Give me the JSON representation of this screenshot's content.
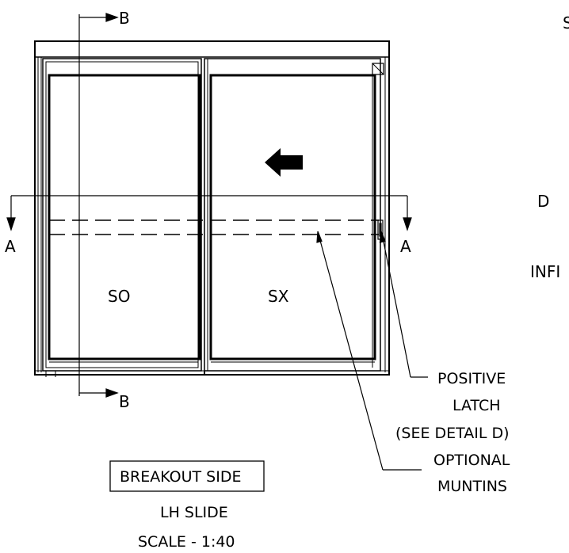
{
  "section_labels": {
    "b_top": "B",
    "b_bottom": "B",
    "a_left": "A",
    "a_right": "A"
  },
  "panels": {
    "left": "SO",
    "right": "SX"
  },
  "callouts": {
    "latch_line1": "POSITIVE",
    "latch_line2": "LATCH",
    "latch_line3": "(SEE DETAIL D)",
    "muntins_line1": "OPTIONAL",
    "muntins_line2": "MUNTINS"
  },
  "side_box": "BREAKOUT SIDE",
  "slide": "LH SLIDE",
  "scale": "SCALE - 1:40",
  "clipped_right": {
    "top": "S",
    "middle": "D",
    "lower": "INFI"
  },
  "colors": {
    "line": "#000000",
    "background": "#ffffff"
  },
  "icons": {
    "slide_direction": "arrow-left-icon",
    "latch": "latch-icon"
  }
}
